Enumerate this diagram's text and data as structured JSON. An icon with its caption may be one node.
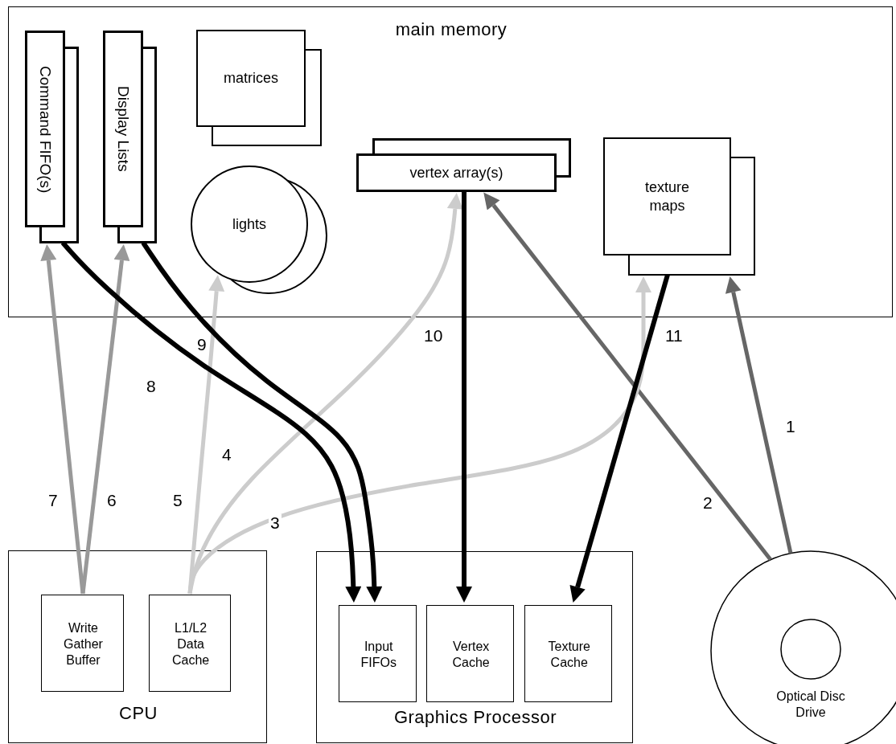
{
  "diagram": {
    "nodes": [
      {
        "text": [
          "main memory"
        ]
      },
      {
        "text": [
          "Command FIFO(s)"
        ],
        "in": 0
      },
      {
        "text": [
          "Display Lists"
        ],
        "in": 0
      },
      {
        "text": [
          "matrices"
        ],
        "in": 0
      },
      {
        "text": [
          "lights"
        ],
        "in": 0
      },
      {
        "text": [
          "vertex array(s)"
        ],
        "in": 0
      },
      {
        "text": [
          "texture maps"
        ],
        "in": 0
      },
      {
        "text": [
          "CPU"
        ]
      },
      {
        "text": [
          "Write Gather Buffer"
        ],
        "in": 7
      },
      {
        "text": [
          "L1/L2 Data Cache"
        ],
        "in": 7
      },
      {
        "text": [
          "Graphics Processor"
        ]
      },
      {
        "text": [
          "Input FIFOs"
        ],
        "in": 10
      },
      {
        "text": [
          "Vertex Cache"
        ],
        "in": 10
      },
      {
        "text": [
          "Texture Cache"
        ],
        "in": 10
      },
      {
        "text": [
          "Optical Disc Drive"
        ]
      }
    ],
    "edges": [
      {
        "from": 14,
        "to": 6,
        "arrow": "to",
        "label": "1",
        "color": "#666666"
      },
      {
        "from": 14,
        "to": 5,
        "arrow": "to",
        "label": "2",
        "color": "#666666"
      },
      {
        "from": 9,
        "to": 6,
        "arrow": "to",
        "label": "3",
        "color": "#cccccc"
      },
      {
        "from": 9,
        "to": 5,
        "arrow": "to",
        "label": "4",
        "color": "#cccccc"
      },
      {
        "from": 9,
        "to": 4,
        "arrow": "to",
        "label": "5",
        "color": "#cccccc"
      },
      {
        "from": 8,
        "to": 2,
        "arrow": "to",
        "label": "6",
        "color": "#999999"
      },
      {
        "from": 8,
        "to": 1,
        "arrow": "to",
        "label": "7",
        "color": "#999999"
      },
      {
        "from": 1,
        "to": 11,
        "arrow": "to",
        "label": "8"
      },
      {
        "from": 2,
        "to": 11,
        "arrow": "to",
        "label": "9"
      },
      {
        "from": 5,
        "to": 12,
        "arrow": "to",
        "label": "10"
      },
      {
        "from": 6,
        "to": 13,
        "arrow": "to",
        "label": "11"
      }
    ]
  }
}
